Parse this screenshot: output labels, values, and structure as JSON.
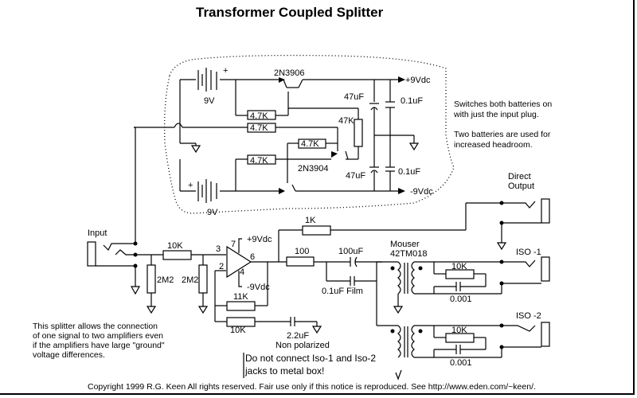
{
  "title": "Transformer Coupled Splitter",
  "power_section": {
    "battery_top": {
      "label": "9V",
      "polarity": "+"
    },
    "battery_bottom": {
      "label": "9V",
      "polarity": "+"
    },
    "q1": "2N3906",
    "q2": "2N3904",
    "resistors": [
      "4.7K",
      "4.7K",
      "4.7K",
      "4.7K",
      "47K"
    ],
    "cap_top_elec": "47uF",
    "cap_top_film": "0.1uF",
    "cap_bot_elec": "47uF",
    "cap_bot_film": "0.1uF",
    "rail_pos": "+9Vdc",
    "rail_neg": "-9Vdc",
    "note_1_line1": "Switches both batteries on",
    "note_1_line2": "with just the input plug.",
    "note_2_line1": "Two batteries are used for",
    "note_2_line2": "increased headroom."
  },
  "input_section": {
    "input_label": "Input",
    "r_series": "10K",
    "r_bias1": "2M2",
    "r_bias2": "2M2"
  },
  "opamp": {
    "pin3": "3",
    "pin2": "2",
    "pin7": "7",
    "pin6": "6",
    "pin4": "4",
    "vpos": "+9Vdc",
    "vneg": "-9Vdc",
    "r_feedback": "11K",
    "r_gain": "10K",
    "c_gain": "2.2uF",
    "c_gain_note": "Non polarized"
  },
  "output_section": {
    "r_direct": "1K",
    "r_series": "100",
    "c_coupling": "100uF",
    "c_film": "0.1uF Film",
    "direct_label_line1": "Direct",
    "direct_label_line2": "Output",
    "xfmr_line1": "Mouser",
    "xfmr_line2": "42TM018",
    "iso1_label": "ISO -1",
    "iso2_label": "ISO -2",
    "iso1_r": "10K",
    "iso1_c": "0.001",
    "iso2_r": "10K",
    "iso2_c": "0.001"
  },
  "description": [
    "This splitter allows the connection",
    "of one signal to two amplifiers even",
    "if the amplifiers have large \"ground\"",
    "voltage differences."
  ],
  "warning": [
    "Do not connect Iso-1 and Iso-2",
    "jacks to metal box!"
  ],
  "copyright": "Copyright 1999 R.G. Keen All rights reserved. Fair use only if this notice is reproduced. See http://www.eden.com/~keen/."
}
